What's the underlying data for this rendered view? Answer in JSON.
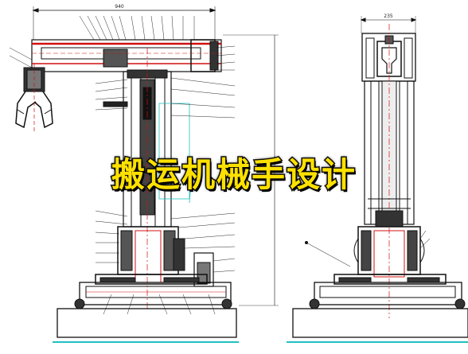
{
  "title": "搬运机械手设计",
  "dimensions": {
    "front_width": "940",
    "side_width": "235"
  },
  "colors": {
    "line": "#111111",
    "red": "#d01010",
    "cyan": "#20c0c0",
    "title_fill": "#ffe100",
    "title_stroke": "#111111"
  }
}
